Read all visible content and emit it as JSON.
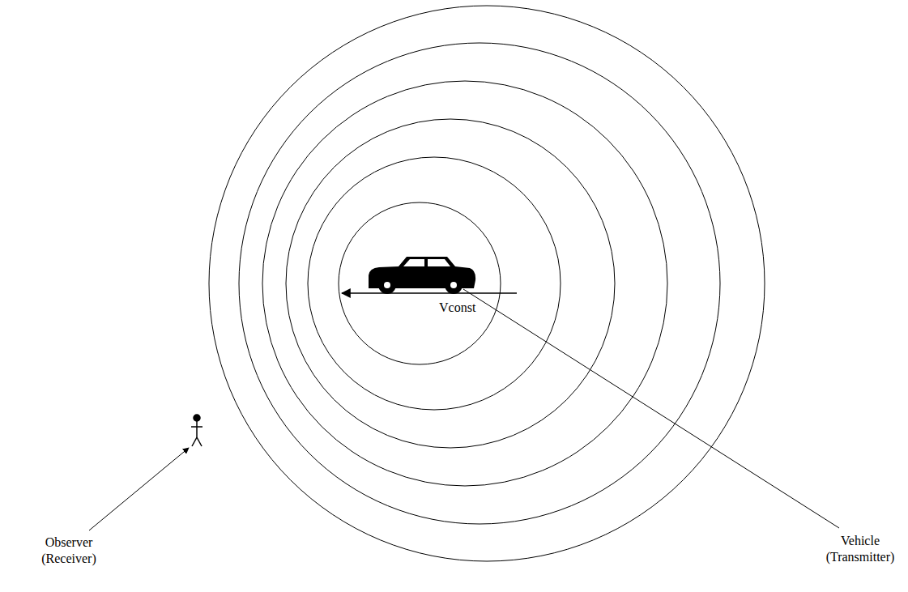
{
  "diagram": {
    "labels": [
      "Vconst",
      "Observer (Receiver)",
      "Vehicle (Transmitter)"
    ]
  }
}
